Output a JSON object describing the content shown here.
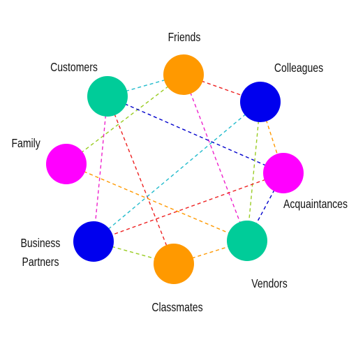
{
  "diagram": {
    "nodes": [
      {
        "id": "friends",
        "label": "Friends",
        "color": "#ff9900"
      },
      {
        "id": "colleagues",
        "label": "Colleagues",
        "color": "#0000ee"
      },
      {
        "id": "acquaintances",
        "label": "Acquaintances",
        "color": "#ff00ff"
      },
      {
        "id": "vendors",
        "label": "Vendors",
        "color": "#00cc99"
      },
      {
        "id": "classmates",
        "label": "Classmates",
        "color": "#ff9900"
      },
      {
        "id": "business",
        "label": [
          "Business",
          "Partners"
        ],
        "color": "#0000ee"
      },
      {
        "id": "family",
        "label": "Family",
        "color": "#ff00ff"
      },
      {
        "id": "customers",
        "label": "Customers",
        "color": "#00cc99"
      }
    ],
    "edges": [
      {
        "from": "customers",
        "to": "friends",
        "color": "#22bbcc"
      },
      {
        "from": "friends",
        "to": "colleagues",
        "color": "#ee2222"
      },
      {
        "from": "friends",
        "to": "family",
        "color": "#99cc22"
      },
      {
        "from": "friends",
        "to": "vendors",
        "color": "#ee22cc"
      },
      {
        "from": "customers",
        "to": "acquaintances",
        "color": "#0000cc"
      },
      {
        "from": "customers",
        "to": "business",
        "color": "#ee22cc"
      },
      {
        "from": "customers",
        "to": "classmates",
        "color": "#ee2222"
      },
      {
        "from": "colleagues",
        "to": "acquaintances",
        "color": "#ff9900"
      },
      {
        "from": "colleagues",
        "to": "vendors",
        "color": "#99cc22"
      },
      {
        "from": "colleagues",
        "to": "business",
        "color": "#22bbcc"
      },
      {
        "from": "acquaintances",
        "to": "vendors",
        "color": "#0000cc"
      },
      {
        "from": "acquaintances",
        "to": "business",
        "color": "#ee2222"
      },
      {
        "from": "family",
        "to": "vendors",
        "color": "#ff9900"
      },
      {
        "from": "business",
        "to": "classmates",
        "color": "#99cc22"
      },
      {
        "from": "classmates",
        "to": "vendors",
        "color": "#ff9900"
      }
    ]
  }
}
